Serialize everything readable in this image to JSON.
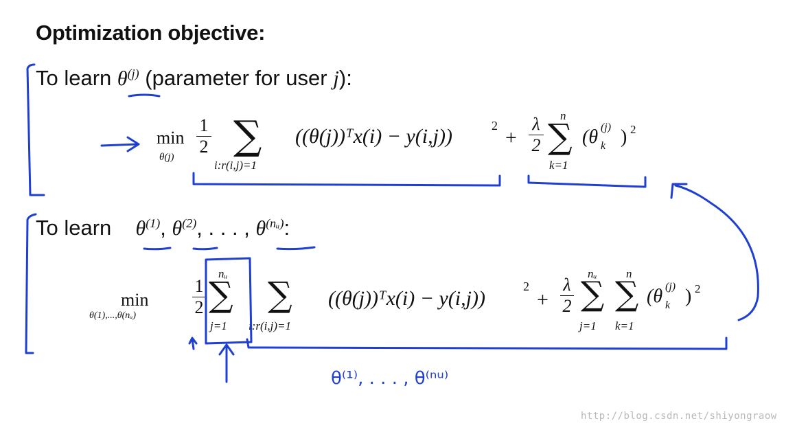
{
  "slide": {
    "heading": "Optimization objective:",
    "line1": {
      "prefix": "To learn",
      "theta": "θ",
      "theta_sup": "(j)",
      "paren_text": "(parameter for user",
      "user_var": "j",
      "suffix": "):"
    },
    "eq1": {
      "min": "min",
      "min_sub": "θ(j)",
      "frac_num": "1",
      "frac_den": "2",
      "sum": "∑",
      "sum_sub": "i:r(i,j)=1",
      "body": "((θ(j))ᵀx(i) − y(i,j))",
      "body_sq": "2",
      "plus": "+",
      "lambda": "λ",
      "lambda_den": "2",
      "sum2": "∑",
      "sum2_sup": "n",
      "sum2_sub": "k=1",
      "reg": "(θ",
      "reg_sup": "(j)",
      "reg_sub": "k",
      "reg_close": ")",
      "reg_sq": "2"
    },
    "line2": {
      "prefix": "To learn",
      "t1": "θ",
      "t1_sup": "(1)",
      "t2": "θ",
      "t2_sup": "(2)",
      "dots": ", . . . ,",
      "t3": "θ",
      "t3_sup": "(nᵤ)",
      "suffix": ":"
    },
    "eq2": {
      "min": "min",
      "min_sub": "θ(1),...,θ(nᵤ)",
      "frac_num": "1",
      "frac_den": "2",
      "sum_a": "∑",
      "sum_a_sup": "nᵤ",
      "sum_a_sub": "j=1",
      "sum_b": "∑",
      "sum_b_sub": "i:r(i,j)=1",
      "body": "((θ(j))ᵀx(i) − y(i,j))",
      "body_sq": "2",
      "plus": "+",
      "lambda": "λ",
      "lambda_den": "2",
      "sum_c": "∑",
      "sum_c_sup": "nᵤ",
      "sum_c_sub": "j=1",
      "sum_d": "∑",
      "sum_d_sup": "n",
      "sum_d_sub": "k=1",
      "reg": "(θ",
      "reg_sup": "(j)",
      "reg_sub": "k",
      "reg_close": ")",
      "reg_sq": "2"
    },
    "annotation": {
      "handwritten": "θ⁽¹⁾, . . . , θ⁽ⁿᵘ⁾",
      "ink_color": "#1f3fd1"
    },
    "watermark": "http://blog.csdn.net/shiyongraow"
  }
}
